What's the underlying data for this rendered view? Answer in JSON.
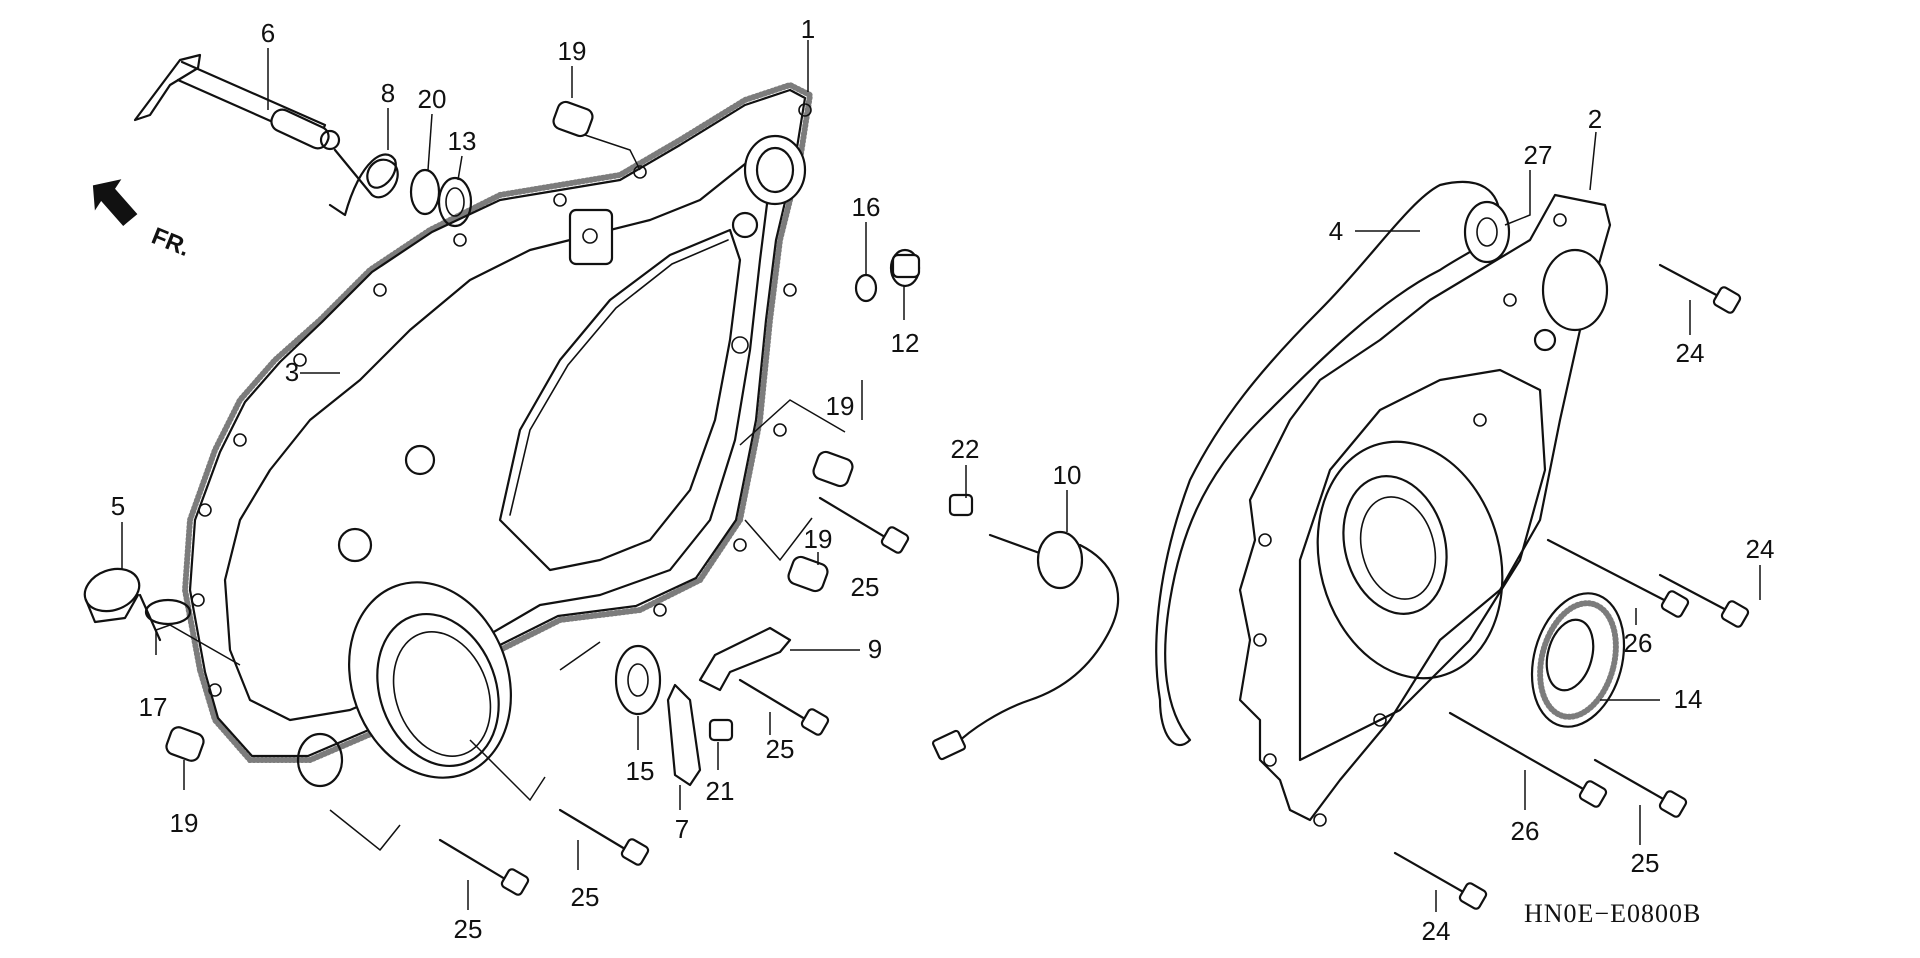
{
  "diagram": {
    "part_labels": {
      "p1": "1",
      "p2": "2",
      "p3": "3",
      "p4": "4",
      "p5": "5",
      "p6": "6",
      "p7": "7",
      "p8": "8",
      "p9": "9",
      "p10": "10",
      "p12": "12",
      "p13": "13",
      "p14": "14",
      "p15": "15",
      "p16": "16",
      "p17": "17",
      "p19a": "19",
      "p19b": "19",
      "p19c": "19",
      "p19d": "19",
      "p20": "20",
      "p21": "21",
      "p22": "22",
      "p24a": "24",
      "p24b": "24",
      "p24c": "24",
      "p25a": "25",
      "p25b": "25",
      "p25c": "25",
      "p25d": "25",
      "p25e": "25",
      "p26a": "26",
      "p26b": "26",
      "p27": "27"
    },
    "direction_label": "FR.",
    "drawing_code": "HN0E−E0800B"
  }
}
